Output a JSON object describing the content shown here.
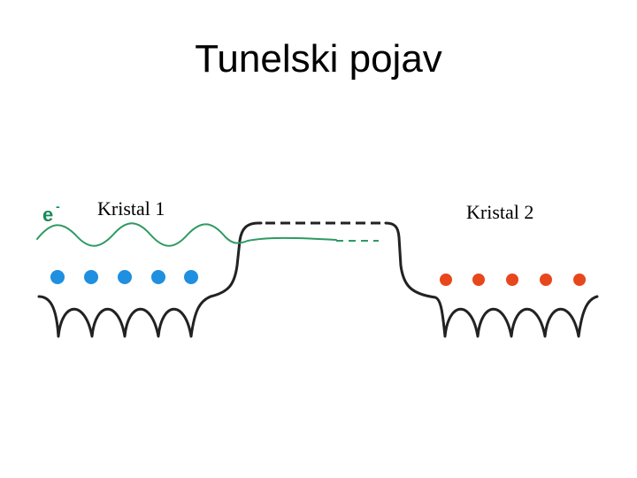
{
  "slide": {
    "title": "Tunelski pojav"
  },
  "diagram": {
    "electron_label": "e",
    "electron_charge": "-",
    "crystal1_label": "Kristal 1",
    "crystal2_label": "Kristal 2",
    "colors": {
      "electron": "#1a8a5a",
      "wave": "#2e9a63",
      "potential": "#222222",
      "crystal1_atoms": "#1f8fe0",
      "crystal2_atoms": "#e8471c"
    }
  }
}
